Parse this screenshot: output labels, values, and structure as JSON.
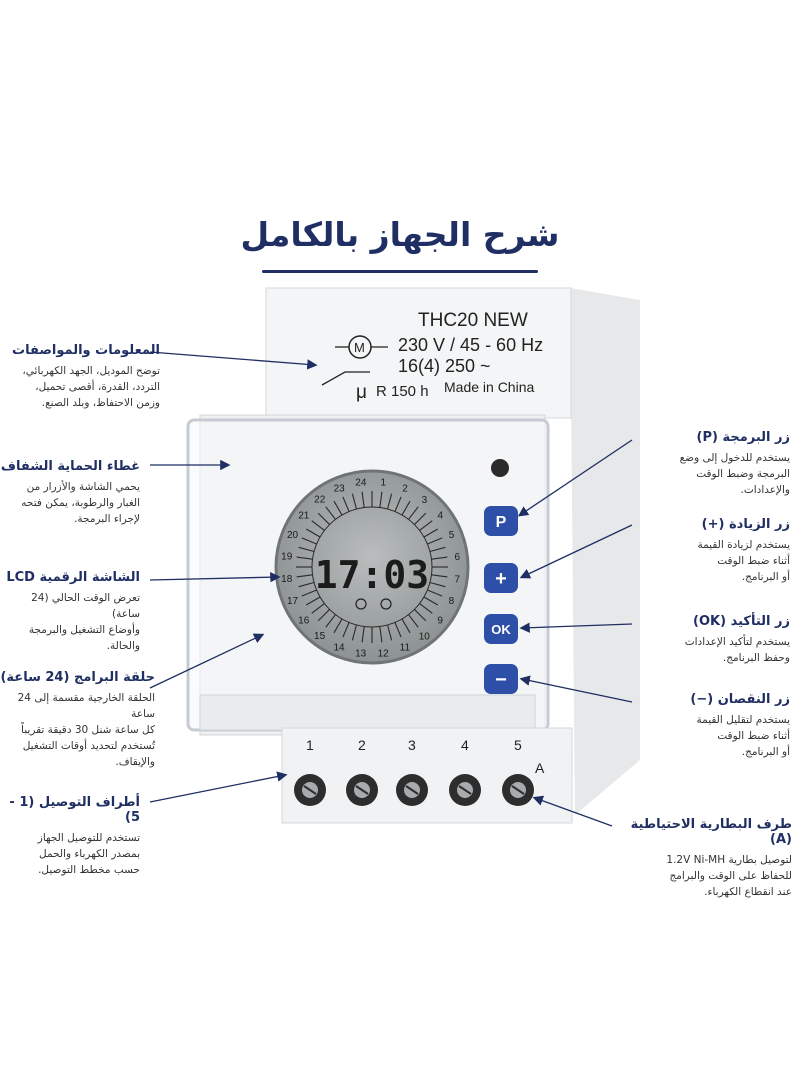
{
  "title": "شرح الجهاز بالكامل",
  "device": {
    "model": "THC20  NEW",
    "motor_symbol": "M",
    "voltage": "230 V / 45 - 60 Hz",
    "current": "16(4) 250 ~",
    "battery_symbol": "μ",
    "reserve": "R  150 h",
    "origin": "Made in China",
    "clock_time": "17:03",
    "ring_numbers": [
      "24",
      "23",
      "22",
      "21",
      "20",
      "19",
      "18",
      "17",
      "16",
      "15",
      "14",
      "13",
      "12",
      "11",
      "10",
      "9",
      "8",
      "7",
      "6",
      "5",
      "4",
      "3",
      "2",
      "1"
    ],
    "buttons": [
      "P",
      "+",
      "OK",
      "−"
    ],
    "terminals": [
      "1",
      "2",
      "3",
      "4",
      "5"
    ],
    "terminal_a": "A"
  },
  "annotations": {
    "info": {
      "title": "المعلومات والمواصفات",
      "desc": [
        "توضح الموديل، الجهد الكهربائي،",
        "التردد، القدرة، أقصى تحميل،",
        "وزمن الاحتفاظ، وبلد الصنع."
      ]
    },
    "cover": {
      "title": "غطاء الحماية الشفاف",
      "desc": [
        "يحمي الشاشة والأزرار من",
        "الغبار والرطوبة، يمكن فتحه",
        "لإجراء البرمجة."
      ]
    },
    "lcd": {
      "title": "الشاشة الرقمية LCD",
      "desc": [
        "تعرض الوقت الحالي (24 ساعة)",
        "وأوضاع التشغيل والبرمجة",
        "والحالة."
      ]
    },
    "ring": {
      "title": "حلقة البرامج (24 ساعة)",
      "desc": [
        "الحلقة الخارجية مقسمة إلى 24 ساعة",
        "كل ساعة شنل 30 دقيقة تقريباً",
        "تُستخدم لتحديد أوقات التشغيل",
        "والإيقاف."
      ]
    },
    "terminals": {
      "title": "أطراف التوصيل (1 - 5)",
      "desc": [
        "تستخدم للتوصيل الجهاز",
        "بمصدر الكهرباء والحمل",
        "حسب مخطط التوصيل."
      ]
    },
    "prog": {
      "title": "زر البرمجة (P)",
      "desc": [
        "يستخدم للدخول إلى وضع",
        "البرمجة وضبط الوقت",
        "والإعدادات."
      ]
    },
    "plus": {
      "title": "زر الزيادة (+)",
      "desc": [
        "يستخدم لزيادة القيمة",
        "أثناء ضبط الوقت",
        "أو البرنامج."
      ]
    },
    "ok": {
      "title": "زر التأكيد (OK)",
      "desc": [
        "يستخدم لتأكيد الإعدادات",
        "وحفظ البرنامج."
      ]
    },
    "minus": {
      "title": "زر النقصان (−)",
      "desc": [
        "يستخدم لتقليل القيمة",
        "أثناء ضبط الوقت",
        "أو البرنامج."
      ]
    },
    "battery": {
      "title": "طرف البطارية الاحتياطية (A)",
      "desc": [
        "لتوصيل بطارية 1.2V Ni-MH",
        "للحفاظ على الوقت والبرامج",
        "عند انقطاع الكهرباء."
      ]
    }
  }
}
